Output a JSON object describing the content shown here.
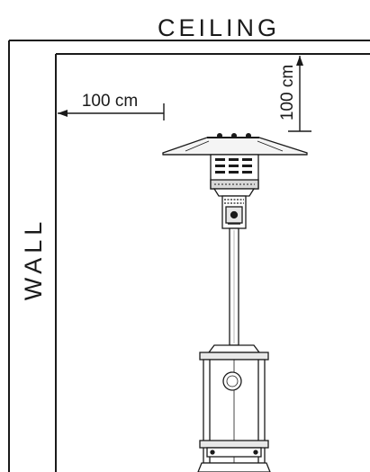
{
  "labels": {
    "ceiling": "CEILING",
    "wall": "WALL",
    "wall_distance": "100 cm",
    "ceiling_distance": "100 cm"
  },
  "colors": {
    "ink": "#1a1a1a",
    "background": "#ffffff"
  }
}
